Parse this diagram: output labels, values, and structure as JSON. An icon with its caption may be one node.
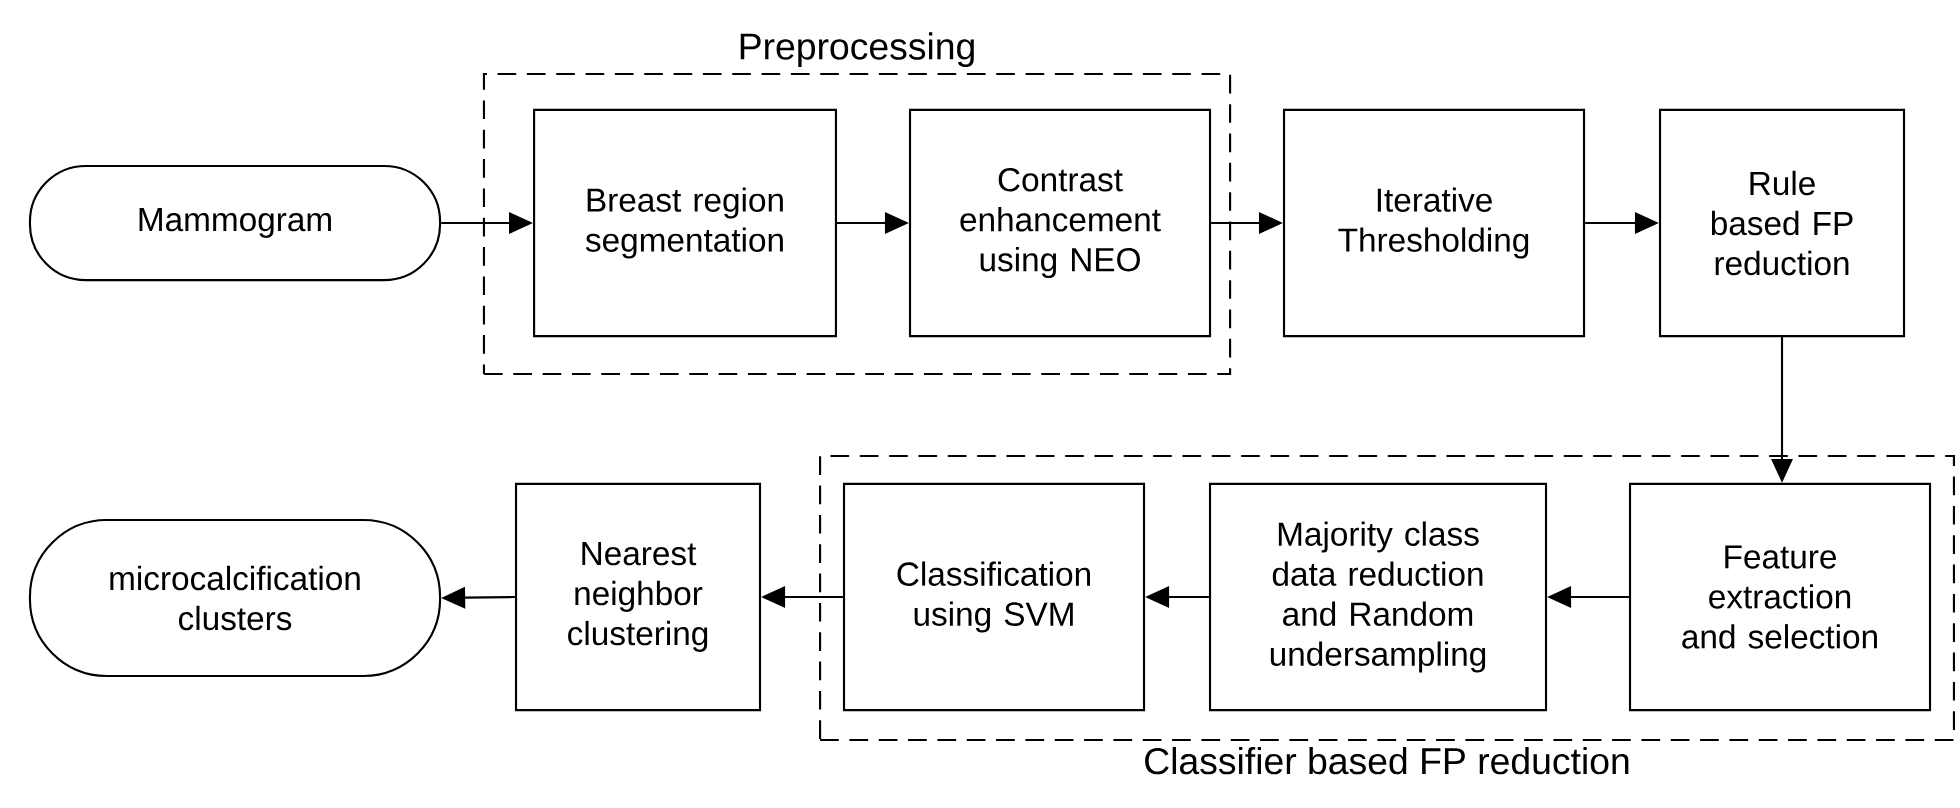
{
  "diagram": {
    "nodes": [
      {
        "text": [
          "Mammogram"
        ]
      },
      {
        "text": [
          "Preprocessing"
        ]
      },
      {
        "text": [
          "Breast region segmentation"
        ],
        "in": 1
      },
      {
        "text": [
          "Contrast enhancement using NEO"
        ],
        "in": 1
      },
      {
        "text": [
          "Iterative Thresholding"
        ]
      },
      {
        "text": [
          "Rule based FP reduction"
        ]
      },
      {
        "text": [
          "Classifier based FP reduction"
        ]
      },
      {
        "text": [
          "Feature extraction and selection"
        ],
        "in": 6
      },
      {
        "text": [
          "Majority class data reduction and Random undersampling"
        ],
        "in": 6
      },
      {
        "text": [
          "Classification using SVM"
        ],
        "in": 6
      },
      {
        "text": [
          "Nearest neighbor clustering"
        ]
      },
      {
        "text": [
          "microcalcification clusters"
        ]
      }
    ],
    "edges": [
      {
        "from": 0,
        "to": 2,
        "arrow": "to"
      },
      {
        "from": 2,
        "to": 3,
        "arrow": "to"
      },
      {
        "from": 3,
        "to": 4,
        "arrow": "to"
      },
      {
        "from": 4,
        "to": 5,
        "arrow": "to"
      },
      {
        "from": 5,
        "to": 7,
        "arrow": "to"
      },
      {
        "from": 7,
        "to": 8,
        "arrow": "to"
      },
      {
        "from": 8,
        "to": 9,
        "arrow": "to"
      },
      {
        "from": 9,
        "to": 10,
        "arrow": "to"
      },
      {
        "from": 10,
        "to": 11,
        "arrow": "to"
      }
    ]
  }
}
